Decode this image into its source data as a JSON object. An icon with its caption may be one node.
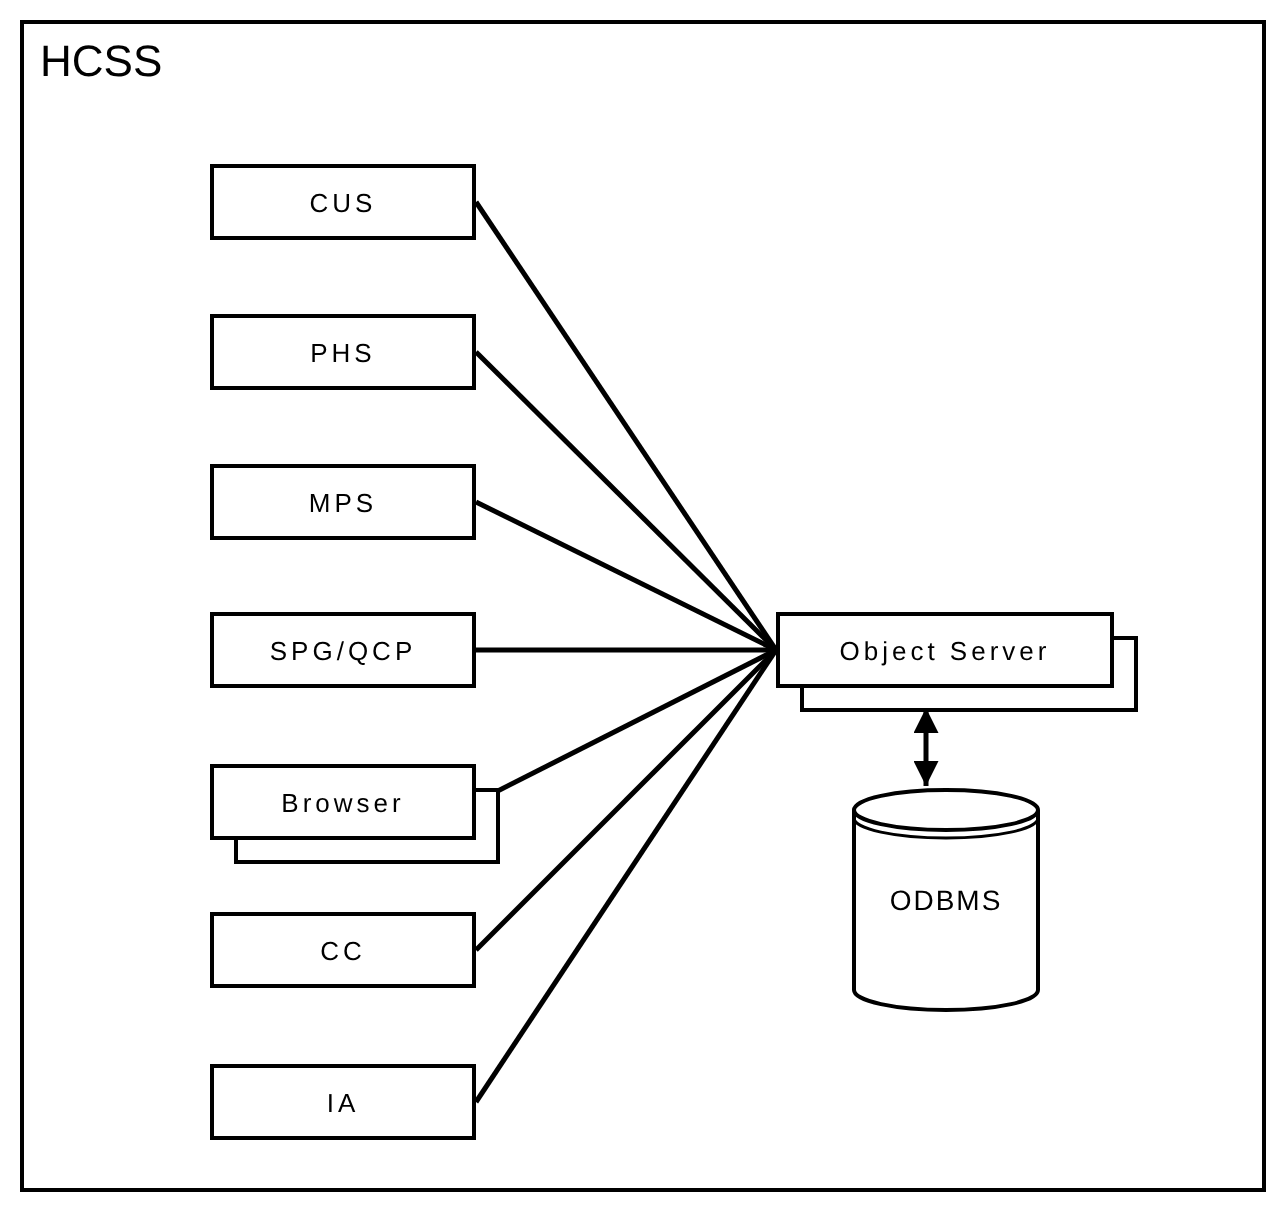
{
  "diagram": {
    "nodes": [
      {
        "text": [
          "HCSS"
        ]
      },
      {
        "text": [
          "CUS"
        ],
        "in": 0
      },
      {
        "text": [
          "PHS"
        ],
        "in": 0
      },
      {
        "text": [
          "MPS"
        ],
        "in": 0
      },
      {
        "text": [
          "SPG/QCP"
        ],
        "in": 0
      },
      {
        "text": [
          "Browser"
        ],
        "in": 0
      },
      {
        "text": [
          "CC"
        ],
        "in": 0
      },
      {
        "text": [
          "IA"
        ],
        "in": 0
      },
      {
        "text": [
          "Object Server"
        ],
        "in": 0
      },
      {
        "text": [
          "ODBMS"
        ],
        "in": 0
      }
    ],
    "edges": [
      {
        "from": 1,
        "to": 8,
        "arrow": "none"
      },
      {
        "from": 2,
        "to": 8,
        "arrow": "none"
      },
      {
        "from": 3,
        "to": 8,
        "arrow": "none"
      },
      {
        "from": 4,
        "to": 8,
        "arrow": "none"
      },
      {
        "from": 5,
        "to": 8,
        "arrow": "none"
      },
      {
        "from": 6,
        "to": 8,
        "arrow": "none"
      },
      {
        "from": 7,
        "to": 8,
        "arrow": "none"
      },
      {
        "from": 8,
        "to": 9,
        "arrow": "both"
      }
    ]
  }
}
